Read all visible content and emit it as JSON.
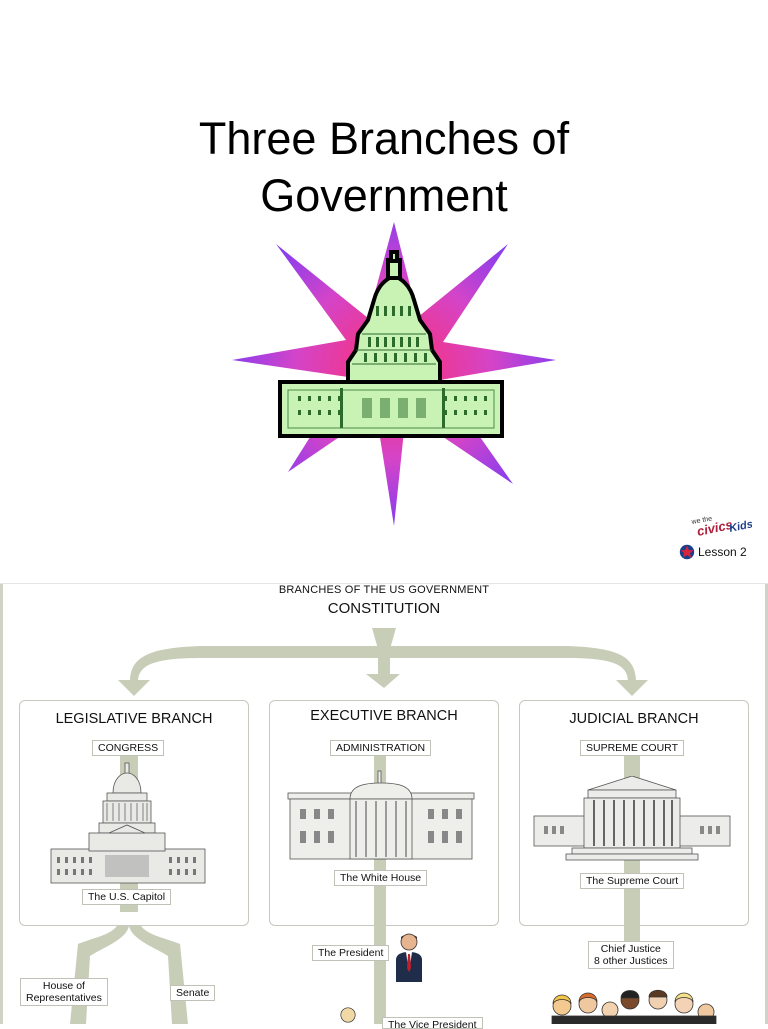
{
  "slide": {
    "title_line1": "Three Branches of",
    "title_line2": "Government",
    "logo_text": "civicsKids",
    "lesson_label": "Lesson 2"
  },
  "chart": {
    "header_small": "BRANCHES OF THE US GOVERNMENT",
    "header_big": "CONSTITUTION",
    "branches": [
      {
        "title": "LEGISLATIVE BRANCH",
        "tag": "CONGRESS",
        "building_caption": "The U.S. Capitol",
        "sub_labels": [
          "House of\nRepresentatives",
          "Senate"
        ]
      },
      {
        "title": "EXECUTIVE BRANCH",
        "tag": "ADMINISTRATION",
        "building_caption": "The White House",
        "sub_labels": [
          "The President",
          "The Vice President"
        ]
      },
      {
        "title": "JUDICIAL BRANCH",
        "tag": "SUPREME COURT",
        "building_caption": "The Supreme Court",
        "sub_labels": [
          "Chief Justice\n8 other Justices"
        ]
      }
    ],
    "colors": {
      "arrow": "#c8cdb8",
      "box_border": "#c6c9be",
      "star_purple": "#8a3cf0",
      "star_pink": "#ee3f86",
      "capitol_green": "#c9f2b5"
    }
  }
}
